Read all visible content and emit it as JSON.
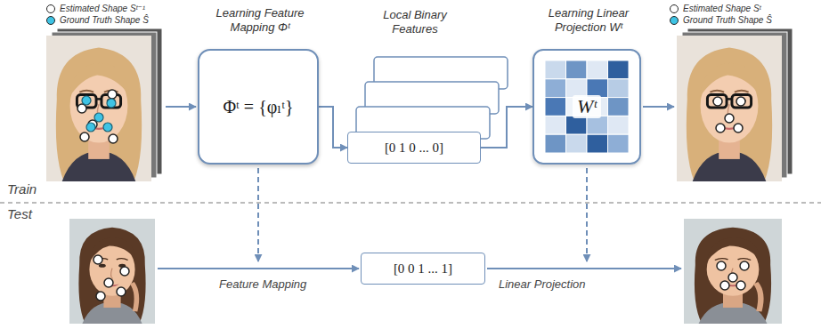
{
  "diagram": {
    "nodes": [
      {
        "text": [
          "Learning Feature Mapping Φᵗ",
          "Φᵗ = {φₗᵗ}"
        ]
      },
      {
        "text": [
          "Local Binary Features",
          "[0 1 0 ... 0]"
        ]
      },
      {
        "text": [
          "Learning Linear Projection Wᵗ",
          "Wᵗ"
        ]
      },
      {
        "text": [
          "[0 0 1 ... 1]"
        ]
      }
    ],
    "edges": [
      {
        "from": 0,
        "to": 1,
        "arrow": "to"
      },
      {
        "from": 1,
        "to": 2,
        "arrow": "to"
      }
    ],
    "labels": [
      "Train",
      "Test",
      "Feature Mapping",
      "Linear Projection"
    ],
    "legend": [
      {
        "text": "Estimated Shape Sᵗ⁻¹",
        "color": "#ffffff"
      },
      {
        "text": "Ground Truth Shape Ŝ",
        "color": "#3ec3e4"
      },
      {
        "text": "Estimated Shape Sᵗ",
        "color": "#ffffff"
      },
      {
        "text": "Ground Truth Shape Ŝ",
        "color": "#3ec3e4"
      }
    ]
  }
}
